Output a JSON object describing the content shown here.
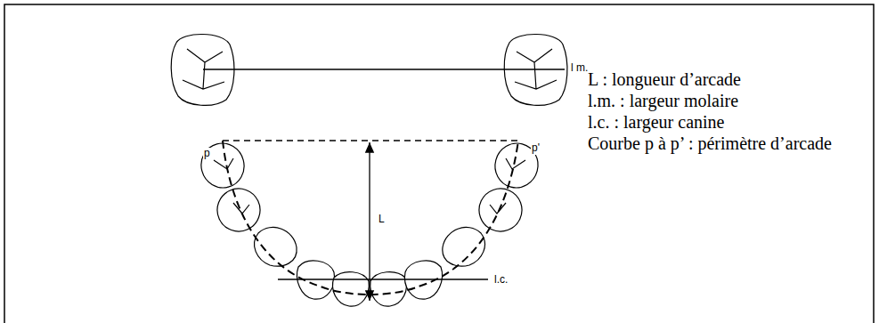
{
  "diagram": {
    "labels": [
      "l m.",
      "p",
      "p'",
      "L",
      "l.c.",
      "L : longueur d’arcade",
      "l.m. : largeur molaire",
      "l.c. : largeur canine",
      "Courbe p à p’ : périmètre d’arcade"
    ]
  }
}
